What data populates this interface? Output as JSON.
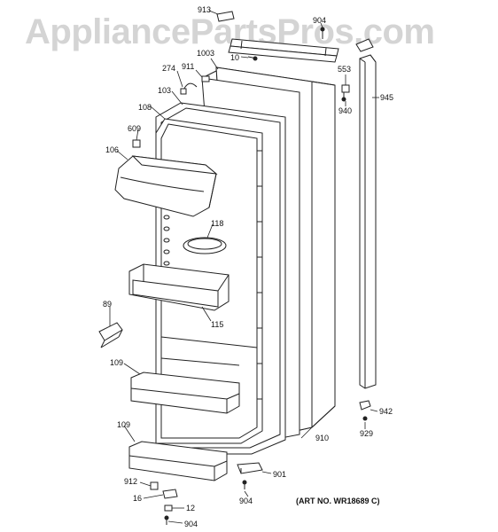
{
  "watermark": "AppliancePartsPros.com",
  "caption": "(ART NO. WR18689 C)",
  "callouts": [
    {
      "id": "913",
      "label": "913"
    },
    {
      "id": "904a",
      "label": "904"
    },
    {
      "id": "1003",
      "label": "1003"
    },
    {
      "id": "10",
      "label": "10"
    },
    {
      "id": "274",
      "label": "274"
    },
    {
      "id": "911",
      "label": "911"
    },
    {
      "id": "553",
      "label": "553"
    },
    {
      "id": "945",
      "label": "945"
    },
    {
      "id": "103",
      "label": "103"
    },
    {
      "id": "940",
      "label": "940"
    },
    {
      "id": "108",
      "label": "108"
    },
    {
      "id": "609",
      "label": "609"
    },
    {
      "id": "106",
      "label": "106"
    },
    {
      "id": "118",
      "label": "118"
    },
    {
      "id": "89",
      "label": "89"
    },
    {
      "id": "115",
      "label": "115"
    },
    {
      "id": "109a",
      "label": "109"
    },
    {
      "id": "942",
      "label": "942"
    },
    {
      "id": "929",
      "label": "929"
    },
    {
      "id": "109b",
      "label": "109"
    },
    {
      "id": "910",
      "label": "910"
    },
    {
      "id": "901",
      "label": "901"
    },
    {
      "id": "912",
      "label": "912"
    },
    {
      "id": "904b",
      "label": "904"
    },
    {
      "id": "16",
      "label": "16"
    },
    {
      "id": "12",
      "label": "12"
    },
    {
      "id": "904c",
      "label": "904"
    }
  ]
}
